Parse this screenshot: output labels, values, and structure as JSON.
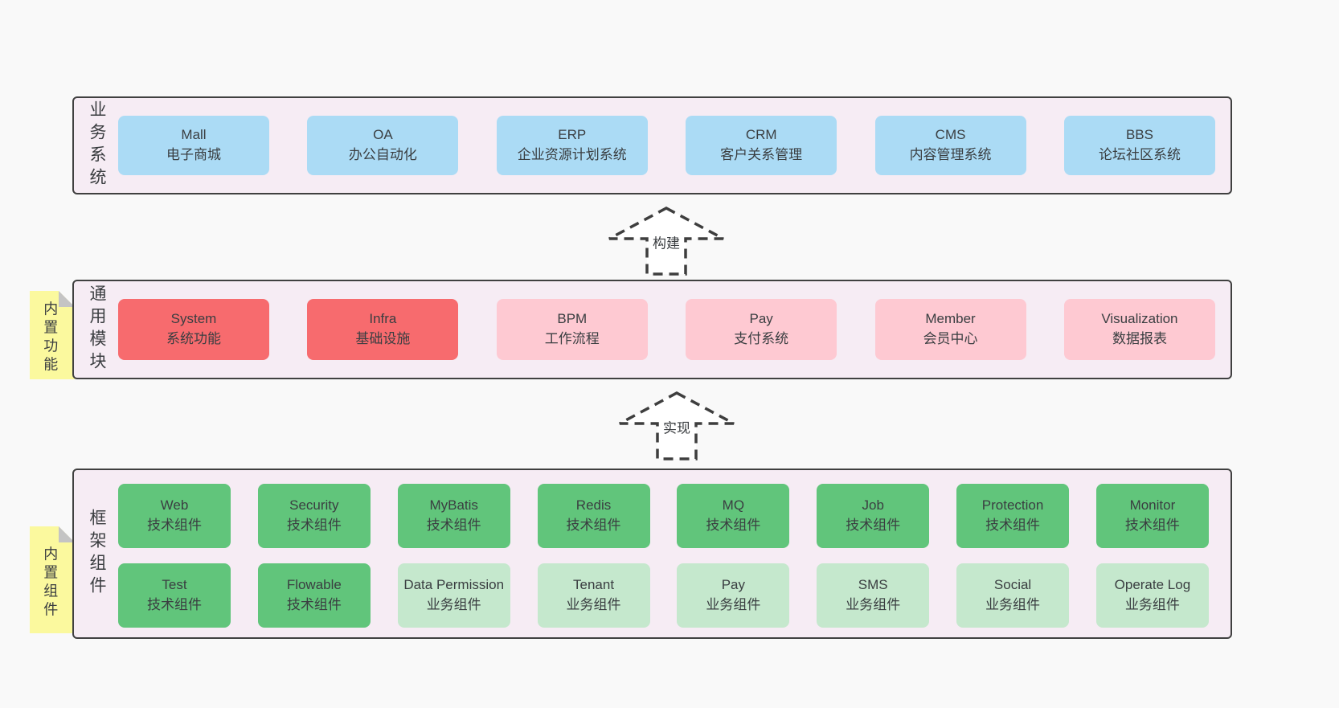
{
  "page": {
    "background": "#f9f9f9"
  },
  "colors": {
    "layer_background": "#f6ecf4",
    "layer_border": "#404040",
    "blue_box": "#abdbf5",
    "red_box": "#f76b6e",
    "pink_box": "#fec9d2",
    "green_box": "#61c57b",
    "light_green_box": "#c5e8cd",
    "sticky_yellow": "#fbf99e",
    "fold_gray": "#c4c4c4",
    "text": "#3d4043"
  },
  "arrows": [
    {
      "label": "构建"
    },
    {
      "label": "实现"
    }
  ],
  "layers": [
    {
      "title": "业务系统",
      "boxes": [
        {
          "name": "Mall",
          "subtitle": "电子商城",
          "variant": "blue"
        },
        {
          "name": "OA",
          "subtitle": "办公自动化",
          "variant": "blue"
        },
        {
          "name": "ERP",
          "subtitle": "企业资源计划系统",
          "variant": "blue"
        },
        {
          "name": "CRM",
          "subtitle": "客户关系管理",
          "variant": "blue"
        },
        {
          "name": "CMS",
          "subtitle": "内容管理系统",
          "variant": "blue"
        },
        {
          "name": "BBS",
          "subtitle": "论坛社区系统",
          "variant": "blue"
        }
      ]
    },
    {
      "title": "通用模块",
      "sticky": "内置功能",
      "boxes": [
        {
          "name": "System",
          "subtitle": "系统功能",
          "variant": "red"
        },
        {
          "name": "Infra",
          "subtitle": "基础设施",
          "variant": "red"
        },
        {
          "name": "BPM",
          "subtitle": "工作流程",
          "variant": "pink"
        },
        {
          "name": "Pay",
          "subtitle": "支付系统",
          "variant": "pink"
        },
        {
          "name": "Member",
          "subtitle": "会员中心",
          "variant": "pink"
        },
        {
          "name": "Visualization",
          "subtitle": "数据报表",
          "variant": "pink"
        }
      ]
    },
    {
      "title": "框架组件",
      "sticky": "内置组件",
      "rows": [
        [
          {
            "name": "Web",
            "subtitle": "技术组件",
            "variant": "green"
          },
          {
            "name": "Security",
            "subtitle": "技术组件",
            "variant": "green"
          },
          {
            "name": "MyBatis",
            "subtitle": "技术组件",
            "variant": "green"
          },
          {
            "name": "Redis",
            "subtitle": "技术组件",
            "variant": "green"
          },
          {
            "name": "MQ",
            "subtitle": "技术组件",
            "variant": "green"
          },
          {
            "name": "Job",
            "subtitle": "技术组件",
            "variant": "green"
          },
          {
            "name": "Protection",
            "subtitle": "技术组件",
            "variant": "green"
          },
          {
            "name": "Monitor",
            "subtitle": "技术组件",
            "variant": "green"
          }
        ],
        [
          {
            "name": "Test",
            "subtitle": "技术组件",
            "variant": "green"
          },
          {
            "name": "Flowable",
            "subtitle": "技术组件",
            "variant": "green"
          },
          {
            "name": "Data Permission",
            "subtitle": "业务组件",
            "variant": "lightgreen"
          },
          {
            "name": "Tenant",
            "subtitle": "业务组件",
            "variant": "lightgreen"
          },
          {
            "name": "Pay",
            "subtitle": "业务组件",
            "variant": "lightgreen"
          },
          {
            "name": "SMS",
            "subtitle": "业务组件",
            "variant": "lightgreen"
          },
          {
            "name": "Social",
            "subtitle": "业务组件",
            "variant": "lightgreen"
          },
          {
            "name": "Operate Log",
            "subtitle": "业务组件",
            "variant": "lightgreen"
          }
        ]
      ]
    }
  ]
}
